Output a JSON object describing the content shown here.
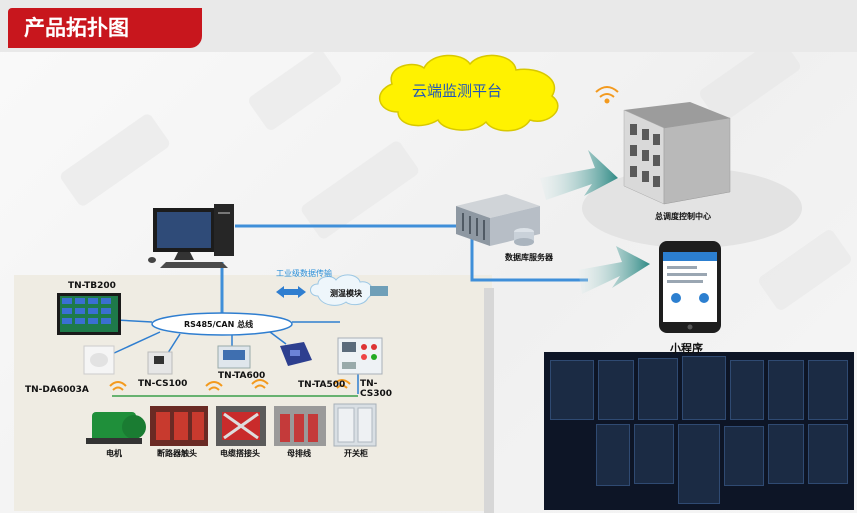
{
  "header": {
    "title": "产品拓扑图"
  },
  "cloud": {
    "label": "云端监测平台"
  },
  "center": {
    "label": "总调度控制中心"
  },
  "server": {
    "label": "数据库服务器"
  },
  "mobile": {
    "label": "小程序"
  },
  "transfer": {
    "label": "工业级数据传输"
  },
  "temp_module": {
    "label": "测温模块"
  },
  "bus": {
    "label": "RS485/CAN 总线"
  },
  "devices": {
    "tb200": "TN-TB200",
    "da6003a": "TN-DA6003A",
    "cs100": "TN-CS100",
    "ta600": "TN-TA600",
    "ta500": "TN-TA500",
    "cs300_a": "TN-",
    "cs300_b": "CS300"
  },
  "equipment": {
    "motor": "电机",
    "breaker": "断路器触头",
    "cable": "电缆搭接头",
    "busbar": "母排线",
    "switchgear": "开关柜"
  },
  "colors": {
    "title_red": "#c8161d",
    "line_blue": "#3f8fd9",
    "arrow_teal": "#2f8a85",
    "cloud_yellow": "#fff200",
    "wifi_orange": "#f39a1e"
  }
}
